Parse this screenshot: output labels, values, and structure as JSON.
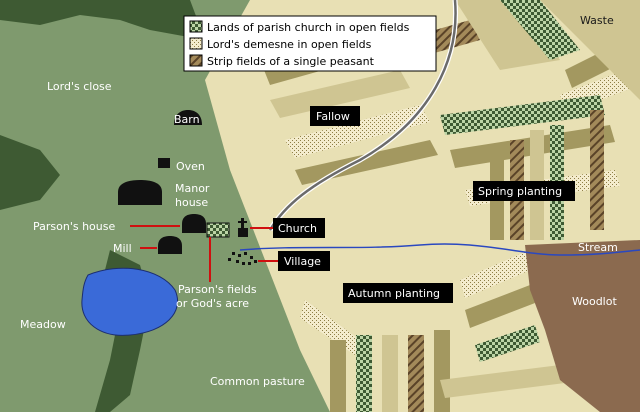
{
  "legend": {
    "items": [
      {
        "label": "Lands of parish church in open fields",
        "pattern": "church-pattern"
      },
      {
        "label": "Lord's demesne in open fields",
        "pattern": "demesne-pattern"
      },
      {
        "label": "Strip fields of a single peasant",
        "pattern": "peasant-pattern"
      }
    ]
  },
  "labels": {
    "waste": "Waste",
    "lords_close": "Lord's close",
    "barn": "Barn",
    "oven": "Oven",
    "manor_house_1": "Manor",
    "manor_house_2": "house",
    "parsons_house": "Parson's house",
    "mill": "Mill",
    "parsons_fields_1": "Parson's fields",
    "parsons_fields_2": "or God's acre",
    "meadow": "Meadow",
    "common_pasture": "Common pasture",
    "stream": "Stream",
    "woodlot": "Woodlot"
  },
  "field_boxes": {
    "fallow": "Fallow",
    "spring": "Spring planting",
    "autumn": "Autumn planting",
    "church": "Church",
    "village": "Village"
  },
  "colors": {
    "meadow": "#7f9a6e",
    "dark_green": "#3e5a33",
    "field_light": "#e8e0b4",
    "field_mid": "#cfc592",
    "field_dark": "#a39860",
    "woodlot": "#8b6a4f",
    "pond": "#3a6ad8",
    "stream": "#2a48c0",
    "label_box": "#000000"
  }
}
